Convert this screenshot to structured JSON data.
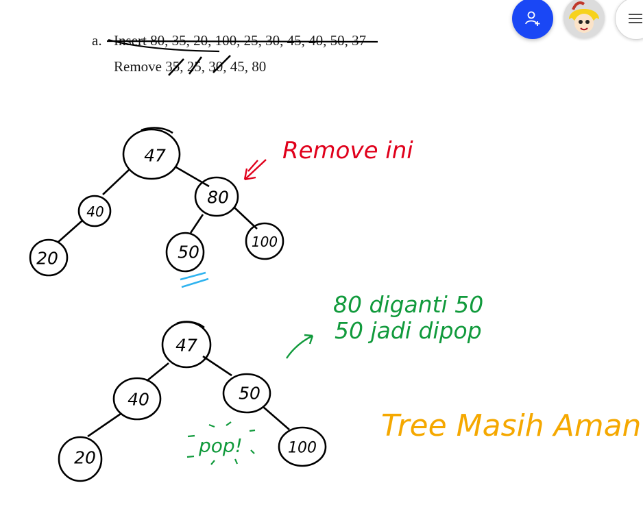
{
  "question": {
    "label": "a.",
    "insert_line": "Insert 80, 35, 20, 100, 25, 30, 45, 40, 50, 37",
    "remove_line": "Remove 35, 25, 30, 45, 80"
  },
  "tree_before": {
    "nodes": [
      "47",
      "40",
      "80",
      "20",
      "50",
      "100"
    ]
  },
  "annotation_remove": "Remove ini",
  "annotation_replace": [
    "80 diganti 50",
    "50 jadi dipop"
  ],
  "tree_after": {
    "nodes": [
      "47",
      "40",
      "50",
      "20",
      "100"
    ]
  },
  "pop_label": "pop!",
  "conclusion": "Tree Masih Aman :)",
  "colors": {
    "ink": "#000000",
    "red": "#e0001b",
    "green": "#119a3c",
    "orange": "#f5a800",
    "cyan": "#2fb3ef",
    "fab_blue": "#1a47f5"
  },
  "toolbar": {
    "add_user_icon": "person-add-icon",
    "menu_icon": "hamburger-menu-icon"
  }
}
